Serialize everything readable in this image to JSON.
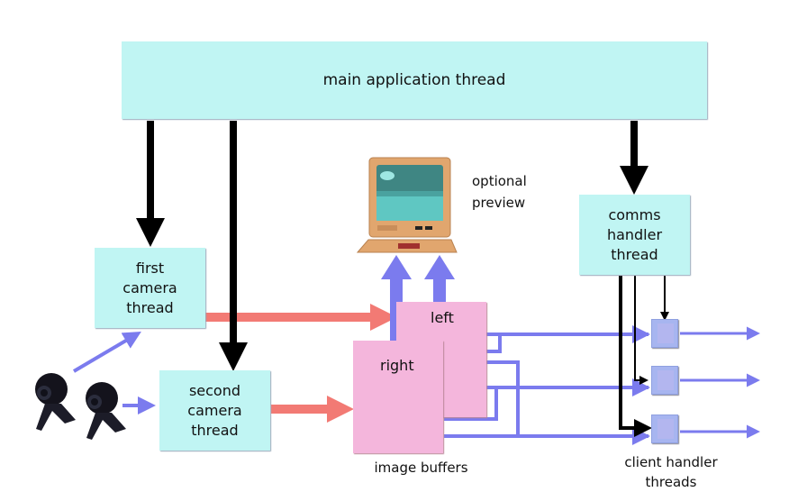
{
  "diagram": {
    "main_thread": {
      "label": "main application thread"
    },
    "first_camera": {
      "label_lines": [
        "first",
        "camera",
        "thread"
      ]
    },
    "second_camera": {
      "label_lines": [
        "second",
        "camera",
        "thread"
      ]
    },
    "comms_handler": {
      "label_lines": [
        "comms",
        "handler",
        "thread"
      ]
    },
    "preview": {
      "label_lines": [
        "optional",
        "preview"
      ],
      "icon": "computer-monitor-icon"
    },
    "buffers": {
      "left_label": "left",
      "right_label": "right",
      "caption": "image buffers"
    },
    "cameras": {
      "icon": "webcam-icon",
      "count": 2
    },
    "client_handlers": {
      "count": 3,
      "caption_lines": [
        "client handler",
        "threads"
      ]
    },
    "colors": {
      "thread_box": "#c0f5f3",
      "buffer": "#f4b6dc",
      "control_arrow": "#000000",
      "image_arrow": "#f27a74",
      "data_arrow": "#7b7bee",
      "client_box": "#a7b5f0"
    }
  }
}
